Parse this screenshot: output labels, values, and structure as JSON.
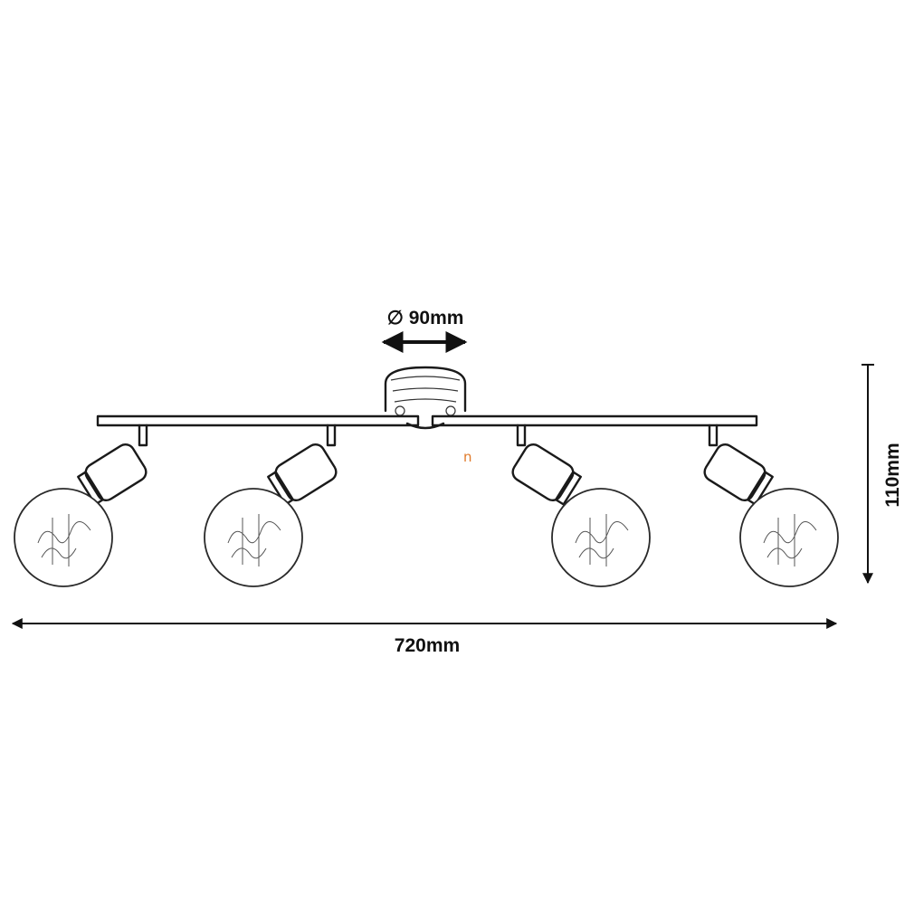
{
  "dimensions": {
    "diameter": "∅ 90mm",
    "width": "720mm",
    "height": "110mm"
  },
  "watermark": "n",
  "spots": [
    {
      "id": "spot-1",
      "direction": "left"
    },
    {
      "id": "spot-2",
      "direction": "left"
    },
    {
      "id": "spot-3",
      "direction": "right"
    },
    {
      "id": "spot-4",
      "direction": "right"
    }
  ]
}
